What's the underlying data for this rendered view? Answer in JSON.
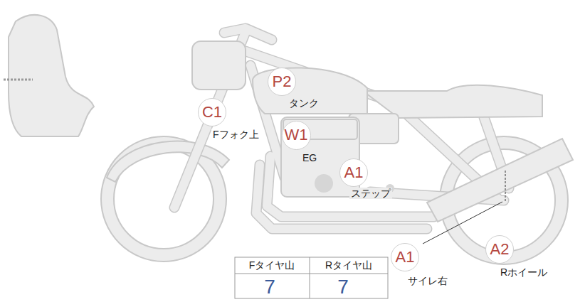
{
  "diagram": {
    "nodes": [
      {
        "text": [
          "P2",
          "タンク"
        ]
      },
      {
        "text": [
          "C1",
          "Fフォク上"
        ]
      },
      {
        "text": [
          "W1",
          "EG"
        ]
      },
      {
        "text": [
          "A1",
          "ステップ"
        ]
      },
      {
        "text": [
          "A1",
          "サイレ右"
        ]
      },
      {
        "text": [
          "A2",
          "Rホイール"
        ]
      }
    ],
    "labels": [
      "Fタイヤ山",
      "Rタイヤ山",
      "7",
      "7"
    ]
  }
}
